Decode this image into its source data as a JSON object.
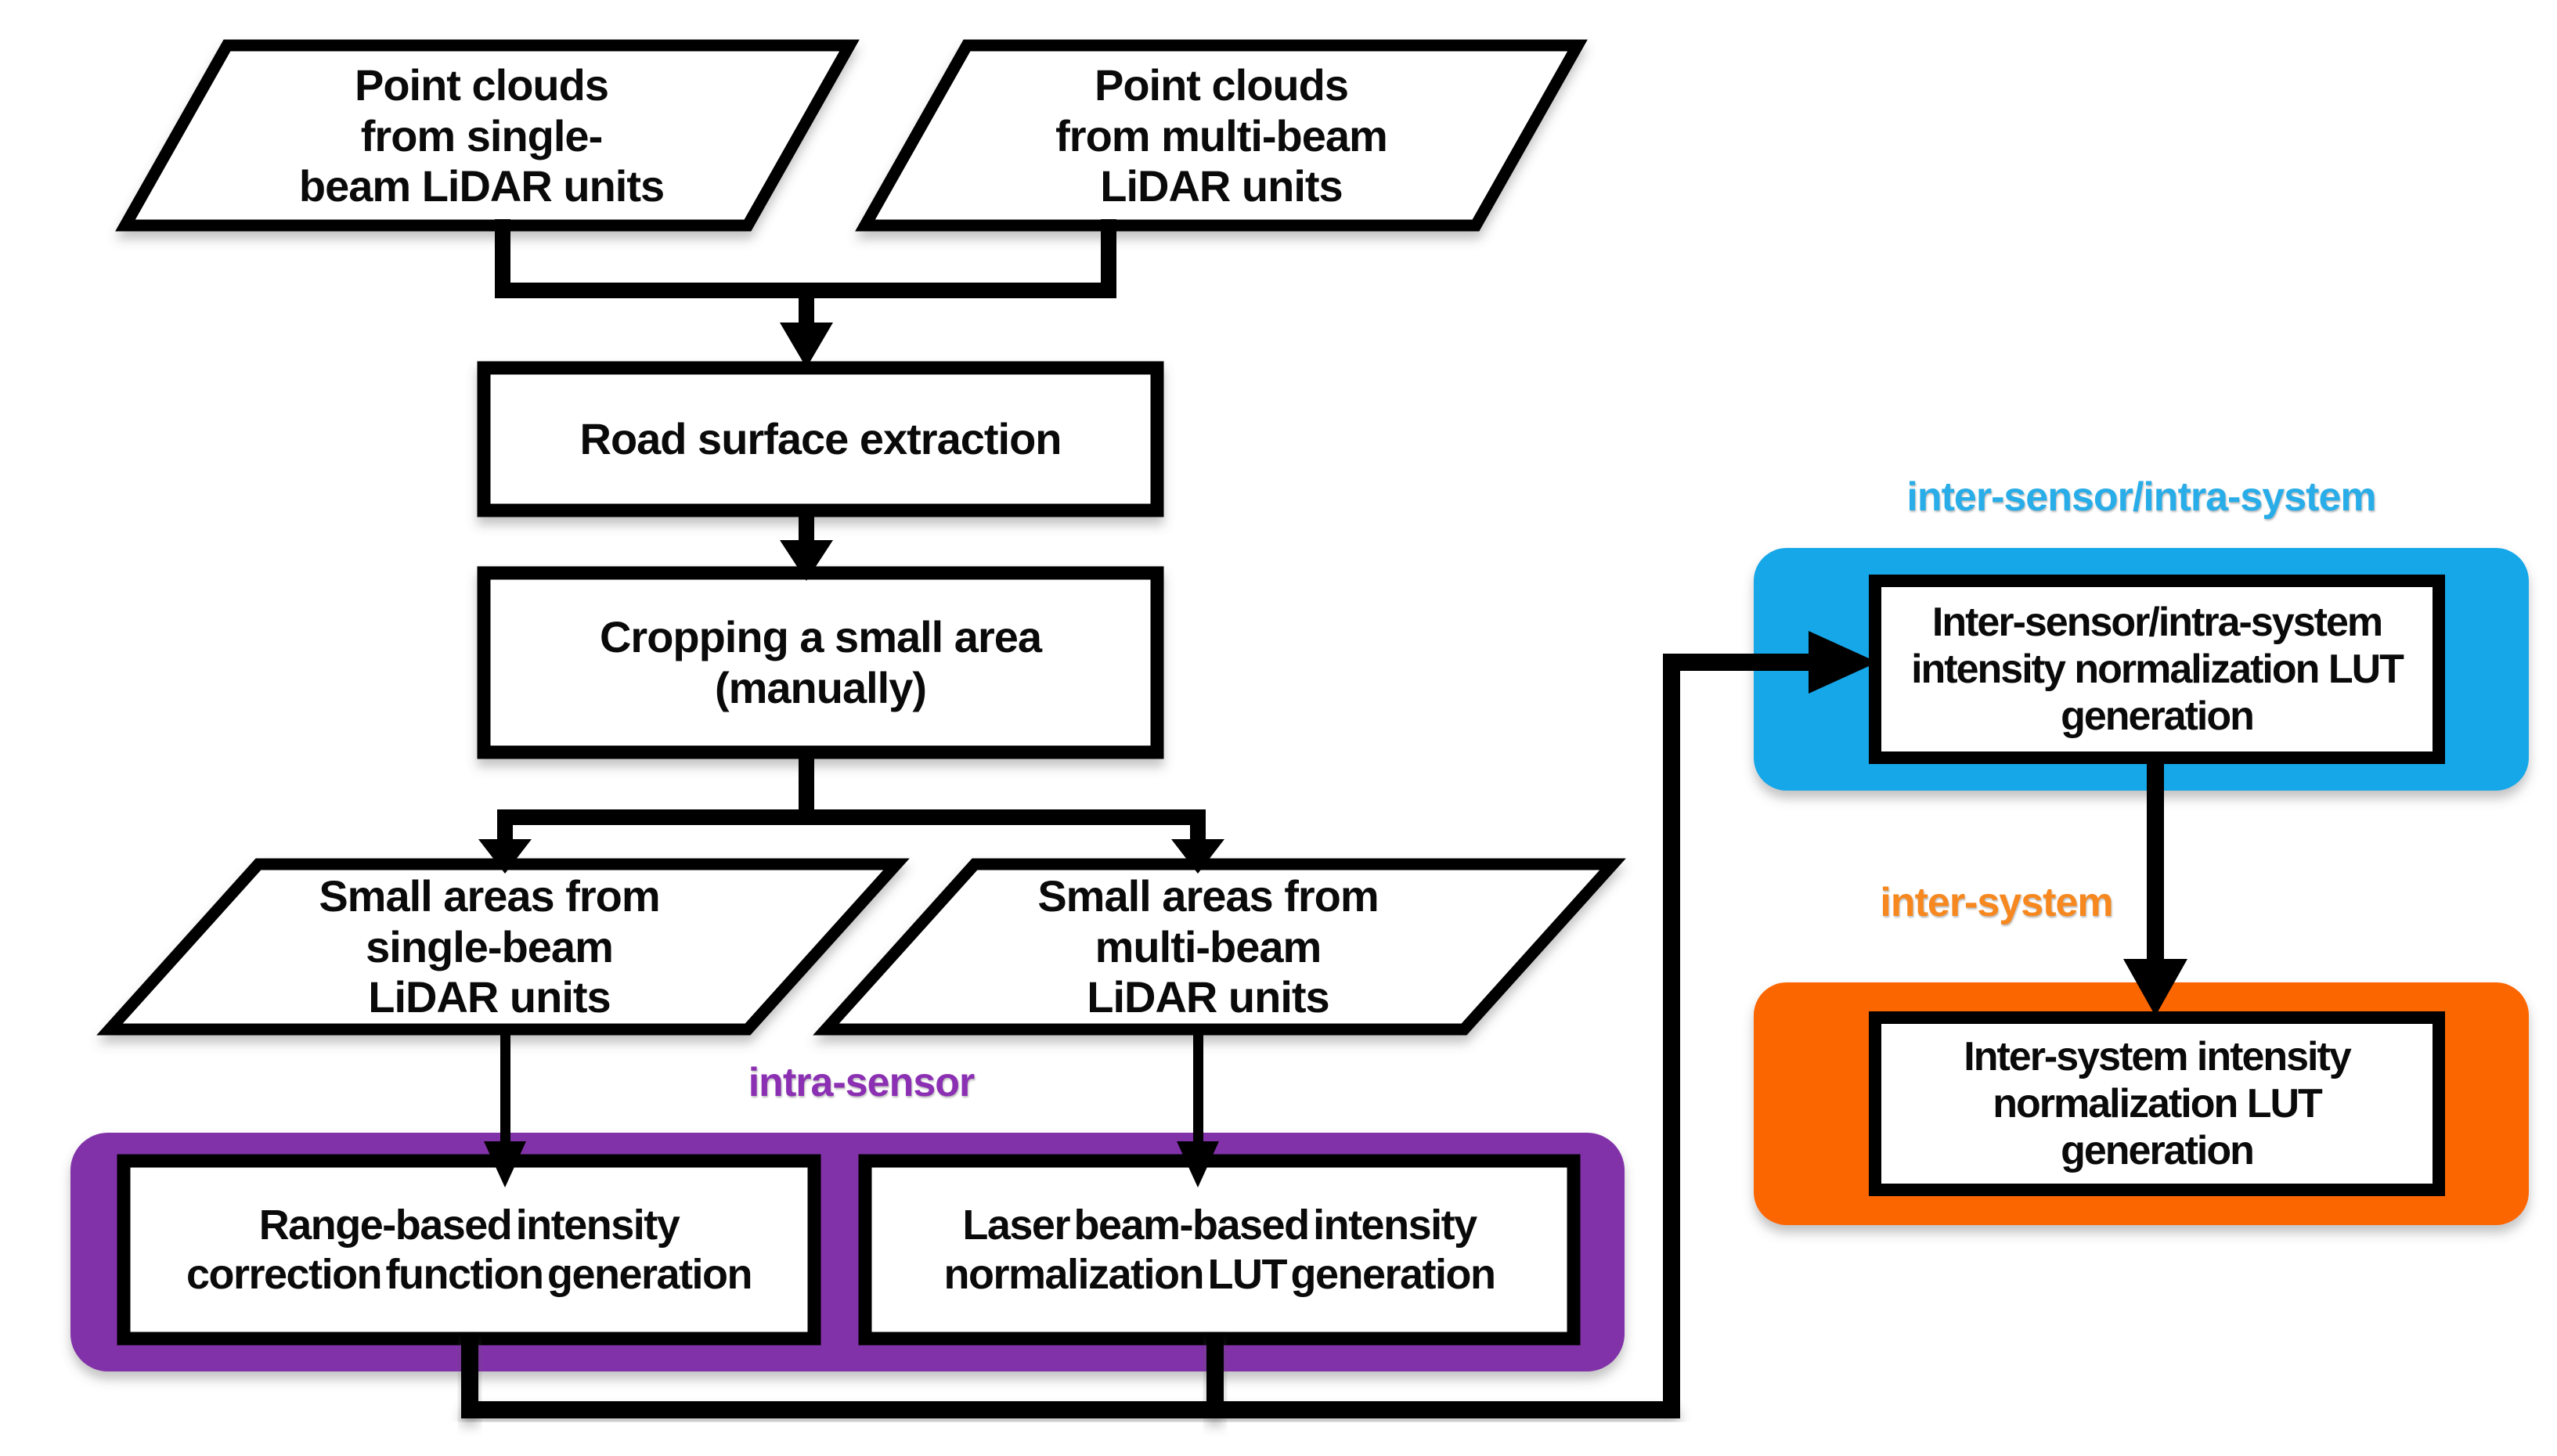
{
  "colors": {
    "purple": "#8230A8",
    "purple_label": "#8B2FB3",
    "cyan": "#18A7E8",
    "cyan_label": "#29ADE8",
    "orange": "#FB6602",
    "orange_label": "#F6881F",
    "line": "#000000",
    "node_fill": "#FFFFFF"
  },
  "nodes": {
    "point_clouds_single": "Point clouds\nfrom single-\nbeam LiDAR units",
    "point_clouds_multi": "Point clouds\nfrom multi-beam\nLiDAR units",
    "road_surface": "Road surface extraction",
    "cropping": "Cropping a small area\n(manually)",
    "small_areas_single": "Small areas from\nsingle-beam\nLiDAR units",
    "small_areas_multi": "Small areas from\nmulti-beam\nLiDAR units",
    "range_based": "Range-based intensity\ncorrection function generation",
    "laser_beam_based": "Laser beam-based intensity\nnormalization LUT generation",
    "inter_sensor_lut": "Inter-sensor/intra-system\nintensity normalization LUT\ngeneration",
    "inter_system_lut": "Inter-system intensity\nnormalization LUT\ngeneration"
  },
  "labels": {
    "intra_sensor": "intra-sensor",
    "inter_sensor_intra_system": "inter-sensor/intra-system",
    "inter_system": "inter-system"
  }
}
